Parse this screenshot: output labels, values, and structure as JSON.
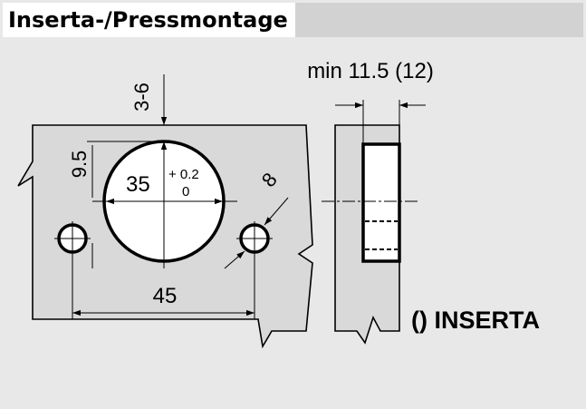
{
  "header": {
    "title": "Inserta-/Pressmontage"
  },
  "dims": {
    "edge_distance": "3-6",
    "cup_diameter": "35",
    "cup_tol_plus": "+ 0.2",
    "cup_tol_minus": "0",
    "cup_offset": "9.5",
    "pin_diameter": "8",
    "pin_spacing": "45",
    "min_thickness": "min 11.5 (12)"
  },
  "legend": {
    "inserta_note": "() INSERTA"
  },
  "colors": {
    "plate_fill": "#d9d9d9",
    "background": "#e8e8e8",
    "line": "#000000"
  }
}
